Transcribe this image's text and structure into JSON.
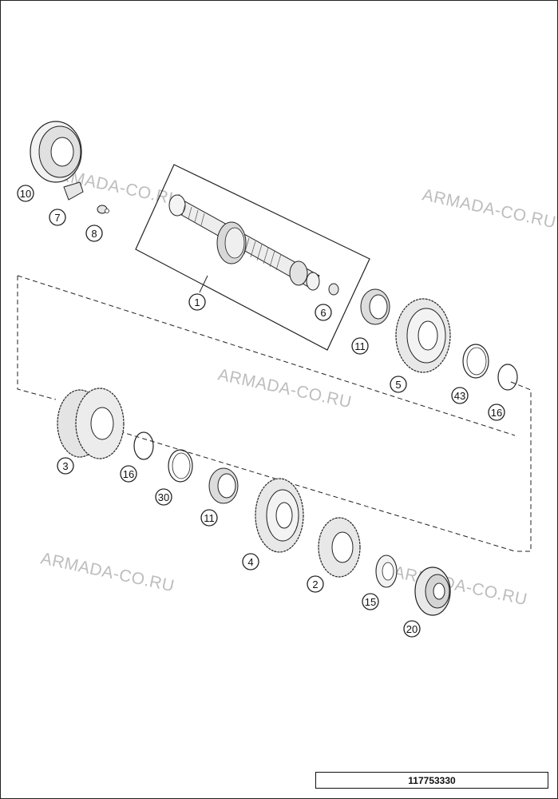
{
  "colors": {
    "line": "#222222",
    "part_fill": "#e8e8e8",
    "part_dark": "#9a9a9a",
    "watermark": "#bdbdbd"
  },
  "watermark_text": "ARMADA-CO.RU",
  "callouts": [
    "10",
    "7",
    "8",
    "1",
    "6",
    "11",
    "5",
    "43",
    "16",
    "3",
    "16",
    "30",
    "11",
    "4",
    "2",
    "15",
    "20"
  ],
  "drawing_number": "117753330"
}
